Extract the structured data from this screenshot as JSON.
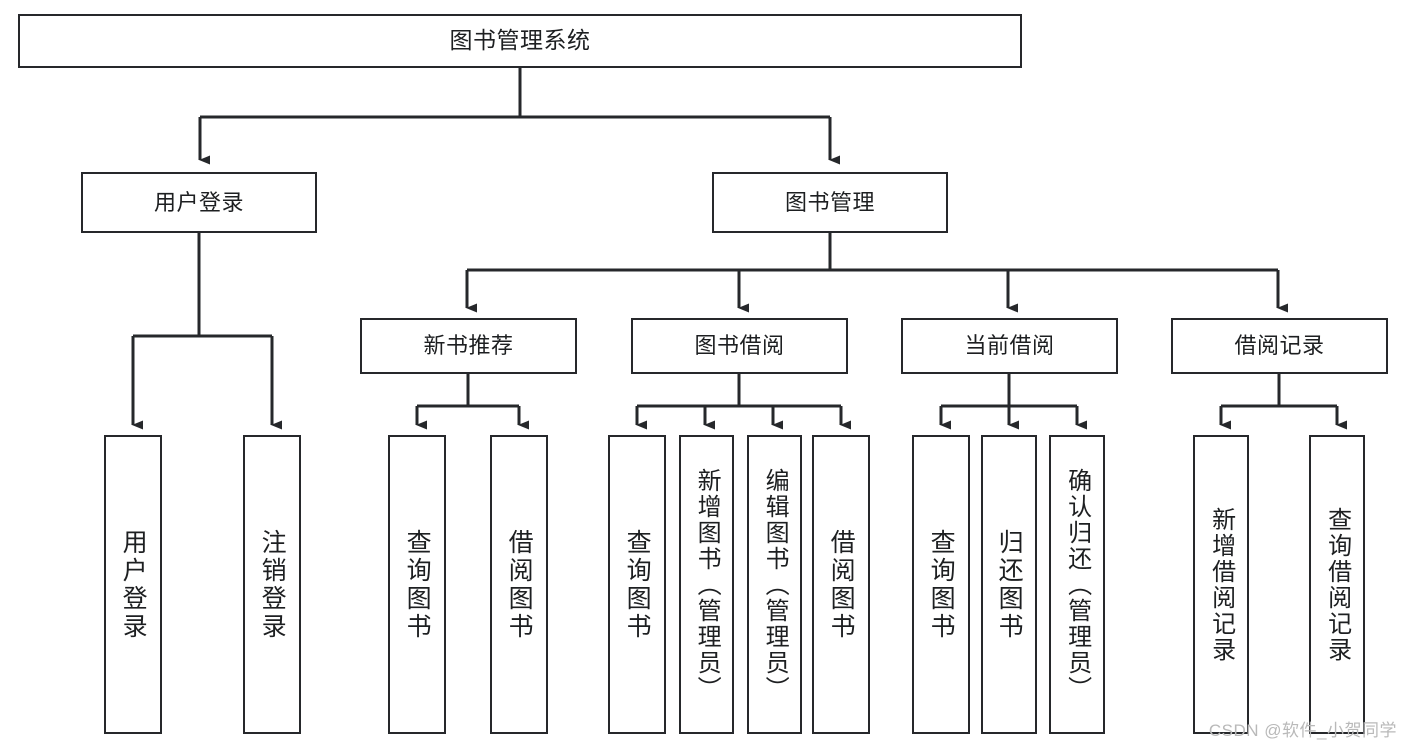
{
  "diagram": {
    "title": "图书管理系统",
    "type": "tree-hierarchy-chart",
    "watermark": "CSDN @软件_小贺同学",
    "line_color": "#26282b",
    "background_color": "#ffffff",
    "text_color": "#1d1f21",
    "levels": {
      "root": {
        "label": "图书管理系统"
      },
      "level2": [
        {
          "label": "用户登录"
        },
        {
          "label": "图书管理"
        }
      ],
      "level3": [
        {
          "label": "新书推荐"
        },
        {
          "label": "图书借阅"
        },
        {
          "label": "当前借阅"
        },
        {
          "label": "借阅记录"
        }
      ],
      "leaves": {
        "user_login": [
          {
            "label": "用户登录"
          },
          {
            "label": "注销登录"
          }
        ],
        "new_book_recommend": [
          {
            "label": "查询图书"
          },
          {
            "label": "借阅图书"
          }
        ],
        "book_borrow": [
          {
            "label": "查询图书"
          },
          {
            "label": "新增图书（管理员）"
          },
          {
            "label": "编辑图书（管理员）"
          },
          {
            "label": "借阅图书"
          }
        ],
        "current_borrow": [
          {
            "label": "查询图书"
          },
          {
            "label": "归还图书"
          },
          {
            "label": "确认归还（管理员）"
          }
        ],
        "borrow_record": [
          {
            "label": "新增借阅记录"
          },
          {
            "label": "查询借阅记录"
          }
        ]
      }
    }
  }
}
